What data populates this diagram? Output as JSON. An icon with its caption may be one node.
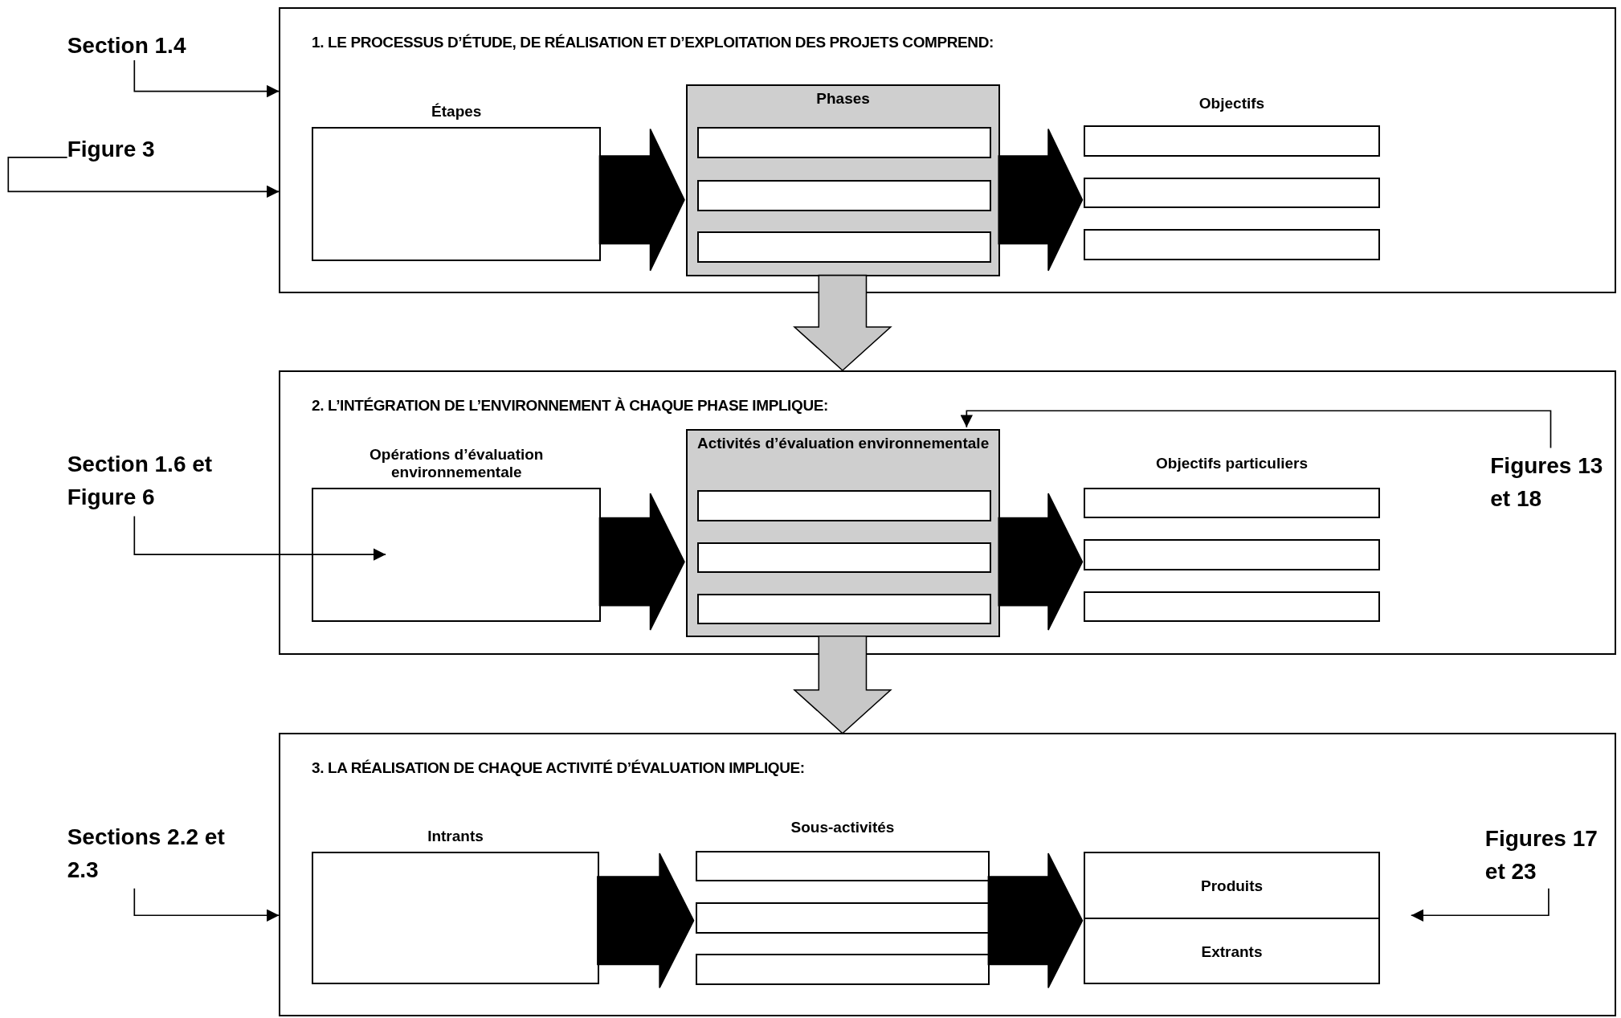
{
  "diagram": {
    "nodes": [
      {
        "text": [
          "1. LE PROCESSUS D’ÉTUDE, DE RÉALISATION ET D’EXPLOITATION DES PROJETS COMPREND:"
        ]
      },
      {
        "text": [
          "Étapes"
        ],
        "in": 0
      },
      {
        "text": [
          "Phases"
        ],
        "in": 0
      },
      {
        "text": [],
        "shape": "box",
        "in": 2
      },
      {
        "text": [],
        "shape": "box",
        "in": 2
      },
      {
        "text": [],
        "shape": "box",
        "in": 2
      },
      {
        "text": [
          "Objectifs"
        ],
        "in": 0
      },
      {
        "text": [],
        "shape": "box",
        "in": 6
      },
      {
        "text": [],
        "shape": "box",
        "in": 6
      },
      {
        "text": [],
        "shape": "box",
        "in": 6
      },
      {
        "text": [
          "2. L’INTÉGRATION DE L’ENVIRONNEMENT À CHAQUE PHASE IMPLIQUE:"
        ]
      },
      {
        "text": [
          "Opérations d’évaluation environnementale"
        ],
        "in": 10
      },
      {
        "text": [
          "Activités d’évaluation environnementale"
        ],
        "in": 10
      },
      {
        "text": [],
        "shape": "box",
        "in": 12
      },
      {
        "text": [],
        "shape": "box",
        "in": 12
      },
      {
        "text": [],
        "shape": "box",
        "in": 12
      },
      {
        "text": [
          "Objectifs particuliers"
        ],
        "in": 10
      },
      {
        "text": [],
        "shape": "box",
        "in": 16
      },
      {
        "text": [],
        "shape": "box",
        "in": 16
      },
      {
        "text": [],
        "shape": "box",
        "in": 16
      },
      {
        "text": [
          "3. LA RÉALISATION DE CHAQUE ACTIVITÉ D’ÉVALUATION IMPLIQUE:"
        ]
      },
      {
        "text": [
          "Intrants"
        ],
        "in": 20
      },
      {
        "text": [
          "Sous-activités"
        ],
        "in": 20
      },
      {
        "text": [],
        "shape": "box",
        "in": 22
      },
      {
        "text": [],
        "shape": "box",
        "in": 22
      },
      {
        "text": [],
        "shape": "box",
        "in": 22
      },
      {
        "text": [
          "Produits",
          "Extrants"
        ],
        "in": 20
      },
      {
        "text": [
          "Section 1.4"
        ]
      },
      {
        "text": [
          "Figure 3"
        ]
      },
      {
        "text": [
          "Section 1.6 et Figure 6"
        ]
      },
      {
        "text": [
          "Figures 13 et 18"
        ],
        "in": 10
      },
      {
        "text": [
          "Sections 2.2 et 2.3"
        ]
      },
      {
        "text": [
          "Figures 17 et 23"
        ],
        "in": 20
      }
    ],
    "edges": [
      {
        "from": 1,
        "to": 2,
        "arrow": "to",
        "style": "thick"
      },
      {
        "from": 2,
        "to": 6,
        "arrow": "to",
        "style": "thick"
      },
      {
        "from": 2,
        "to": 10,
        "arrow": "to",
        "style": "thick",
        "color": "#c8c8c8"
      },
      {
        "from": 11,
        "to": 12,
        "arrow": "to",
        "style": "thick"
      },
      {
        "from": 12,
        "to": 16,
        "arrow": "to",
        "style": "thick"
      },
      {
        "from": 12,
        "to": 20,
        "arrow": "to",
        "style": "thick",
        "color": "#c8c8c8"
      },
      {
        "from": 21,
        "to": 22,
        "arrow": "to",
        "style": "thick"
      },
      {
        "from": 22,
        "to": 26,
        "arrow": "to",
        "style": "thick"
      },
      {
        "from": 27,
        "to": 0,
        "arrow": "to"
      },
      {
        "from": 28,
        "to": 0,
        "arrow": "to"
      },
      {
        "from": 29,
        "to": 11,
        "arrow": "to"
      },
      {
        "from": 30,
        "to": 12,
        "arrow": "to"
      },
      {
        "from": 31,
        "to": 20,
        "arrow": "to"
      },
      {
        "from": 32,
        "to": 20,
        "arrow": "to"
      }
    ]
  }
}
